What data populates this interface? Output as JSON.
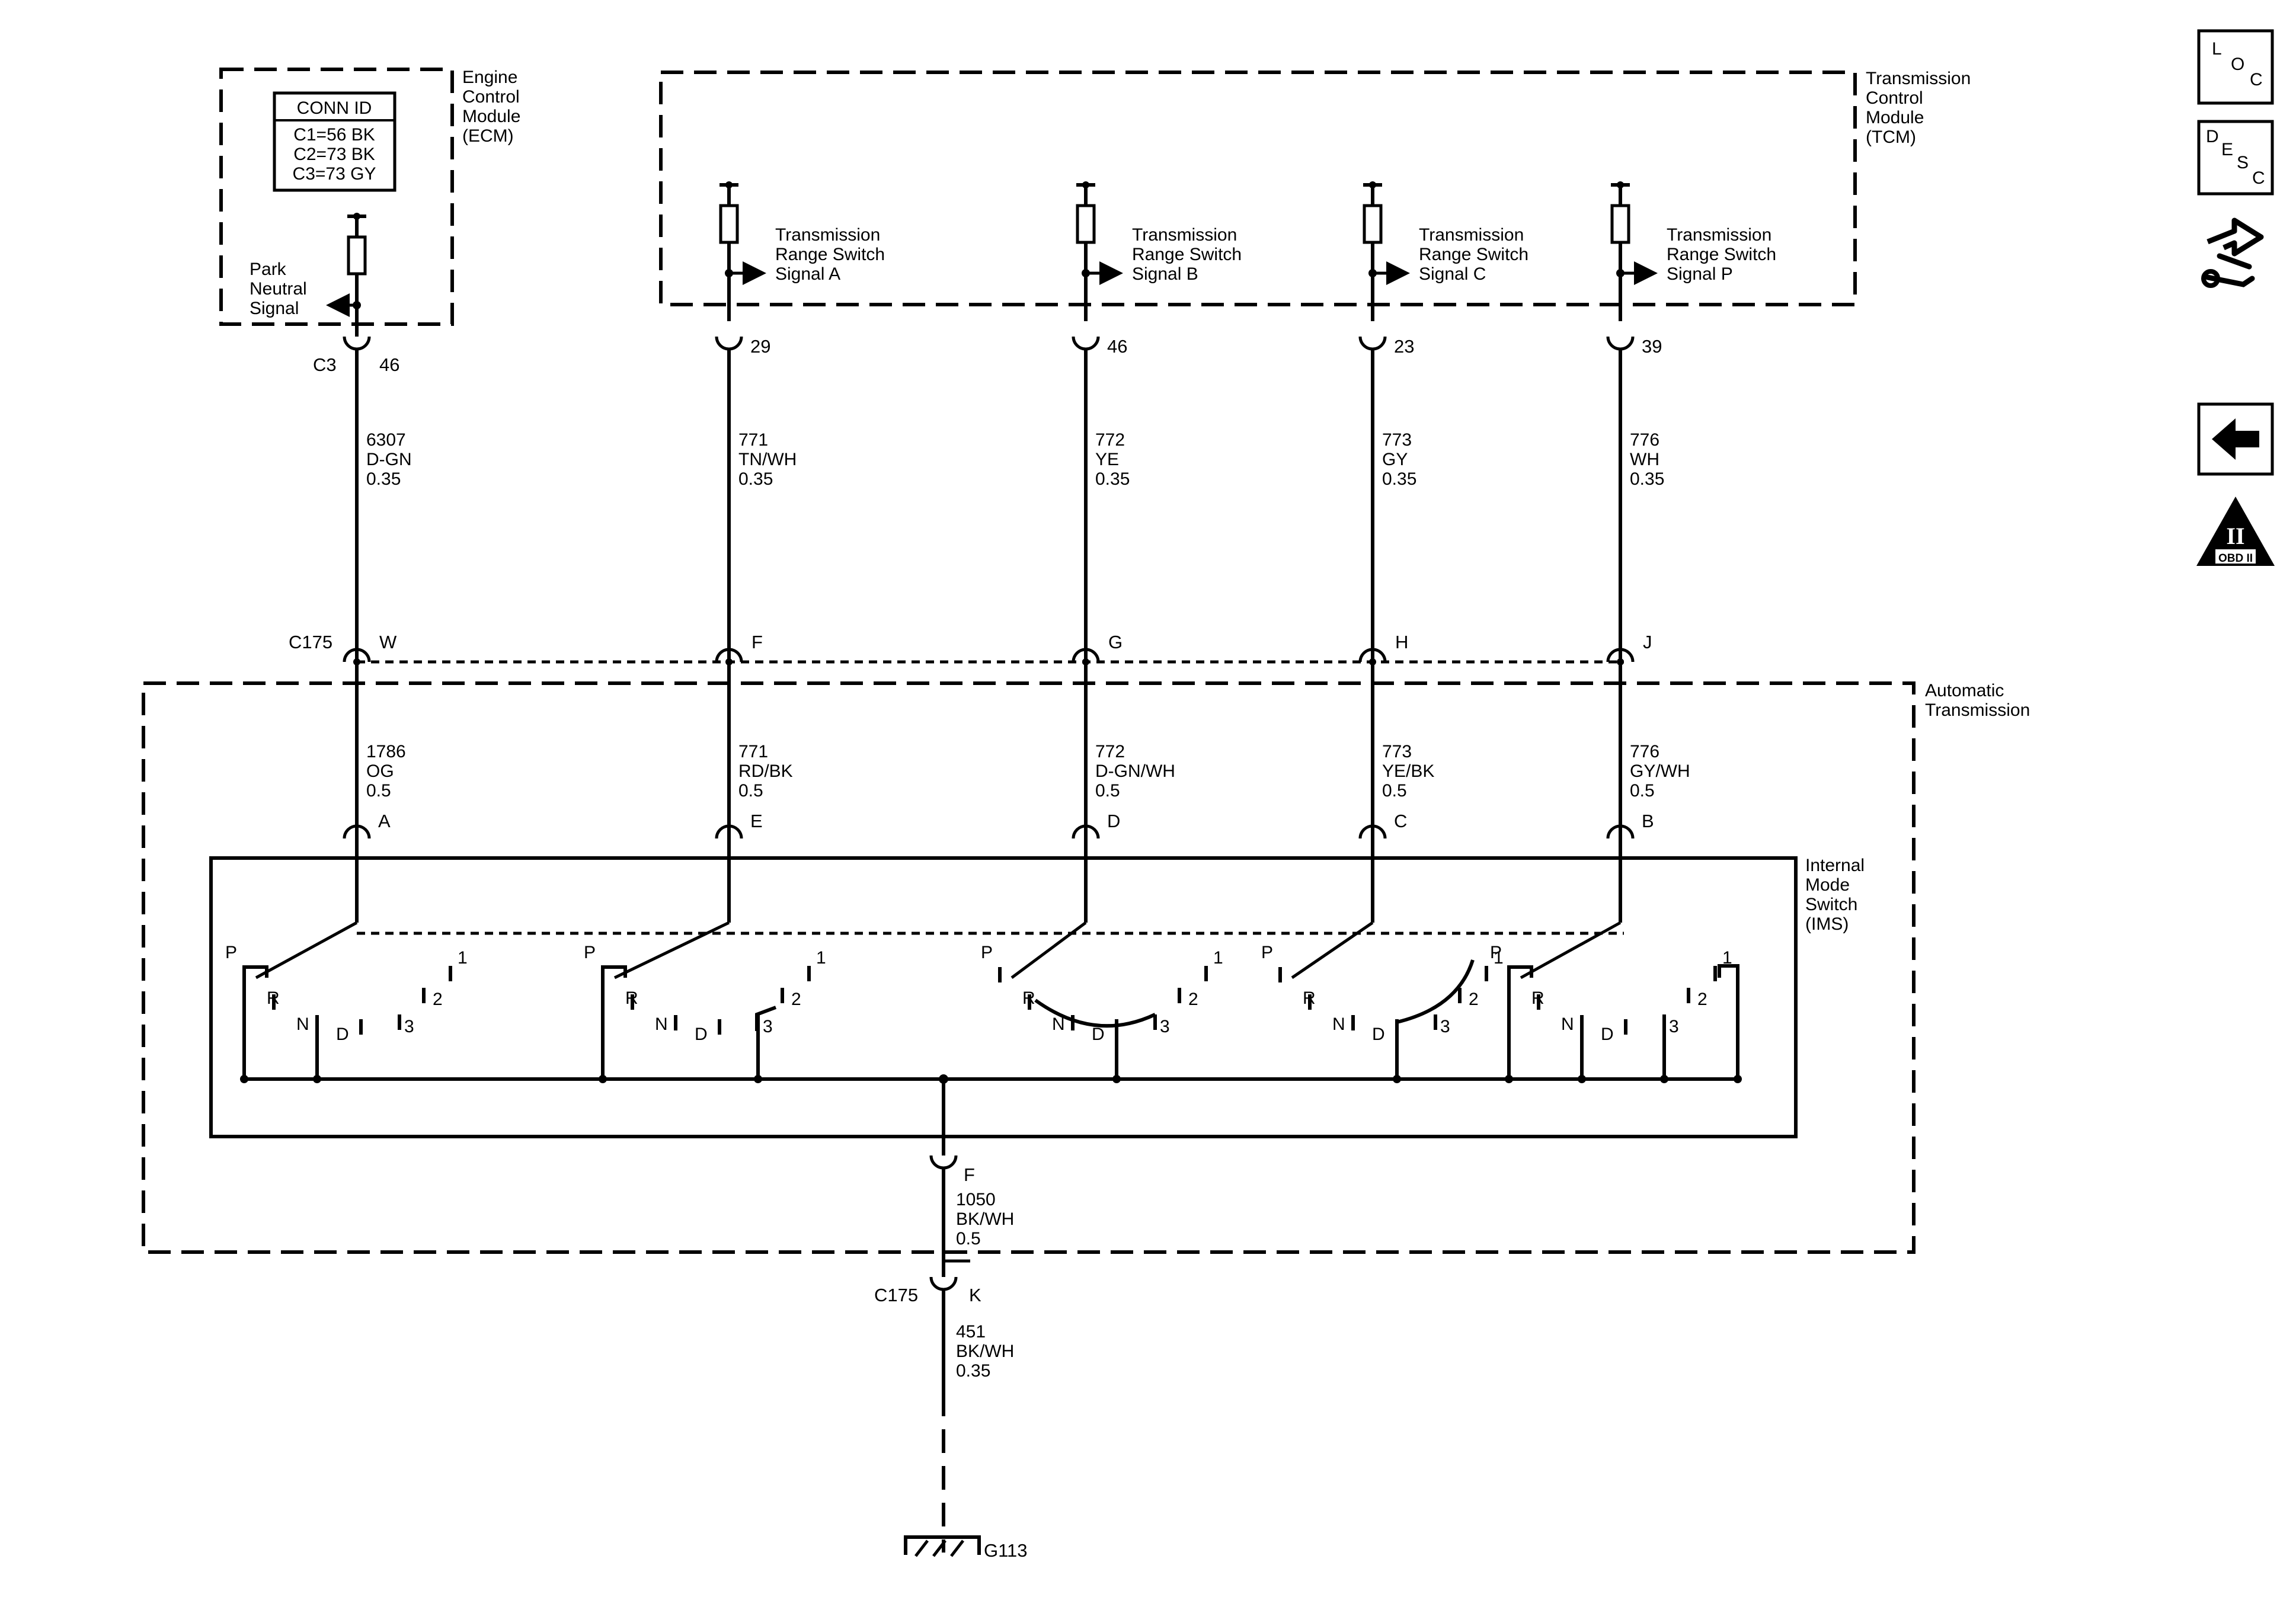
{
  "ecm": {
    "name_lines": [
      "Engine",
      "Control",
      "Module",
      "(ECM)"
    ],
    "conn_id": {
      "title": "CONN ID",
      "lines": [
        "C1=56 BK",
        "C2=73 BK",
        "C3=73 GY"
      ]
    },
    "signal_lines": [
      "Park",
      "Neutral",
      "Signal"
    ],
    "connector": "C3",
    "pin": "46"
  },
  "tcm": {
    "name_lines": [
      "Transmission",
      "Control",
      "Module",
      "(TCM)"
    ],
    "signals": [
      {
        "lines": [
          "Transmission",
          "Range Switch",
          "Signal A"
        ],
        "pin": "29"
      },
      {
        "lines": [
          "Transmission",
          "Range Switch",
          "Signal B"
        ],
        "pin": "46"
      },
      {
        "lines": [
          "Transmission",
          "Range Switch",
          "Signal C"
        ],
        "pin": "23"
      },
      {
        "lines": [
          "Transmission",
          "Range Switch",
          "Signal P"
        ],
        "pin": "39"
      }
    ]
  },
  "upper_wires": [
    {
      "circuit": "6307",
      "color": "D-GN",
      "gauge": "0.35"
    },
    {
      "circuit": "771",
      "color": "TN/WH",
      "gauge": "0.35"
    },
    {
      "circuit": "772",
      "color": "YE",
      "gauge": "0.35"
    },
    {
      "circuit": "773",
      "color": "GY",
      "gauge": "0.35"
    },
    {
      "circuit": "776",
      "color": "WH",
      "gauge": "0.35"
    }
  ],
  "c175": {
    "name": "C175",
    "pins": [
      "W",
      "F",
      "G",
      "H",
      "J"
    ]
  },
  "transmission": {
    "name_lines": [
      "Automatic",
      "Transmission"
    ]
  },
  "lower_wires": [
    {
      "circuit": "1786",
      "color": "OG",
      "gauge": "0.5"
    },
    {
      "circuit": "771",
      "color": "RD/BK",
      "gauge": "0.5"
    },
    {
      "circuit": "772",
      "color": "D-GN/WH",
      "gauge": "0.5"
    },
    {
      "circuit": "773",
      "color": "YE/BK",
      "gauge": "0.5"
    },
    {
      "circuit": "776",
      "color": "GY/WH",
      "gauge": "0.5"
    }
  ],
  "ims": {
    "name_lines": [
      "Internal",
      "Mode",
      "Switch",
      "(IMS)"
    ],
    "pins": [
      "A",
      "E",
      "D",
      "C",
      "B"
    ],
    "positions": [
      "P",
      "R",
      "N",
      "D",
      "3",
      "2",
      "1"
    ],
    "ground_pin": "F"
  },
  "ground_wire_inner": {
    "circuit": "1050",
    "color": "BK/WH",
    "gauge": "0.5"
  },
  "c175_ground": {
    "name": "C175",
    "pin": "K"
  },
  "ground_wire_outer": {
    "circuit": "451",
    "color": "BK/WH",
    "gauge": "0.35"
  },
  "ground": {
    "name": "G113"
  },
  "side_icons": {
    "loc": [
      "L",
      "O",
      "C"
    ],
    "desc": [
      "D",
      "E",
      "S",
      "C"
    ],
    "tool_icon": "connector-wrench-icon",
    "back_icon": "back-arrow-icon",
    "obd": {
      "numeral": "II",
      "label": "OBD II"
    }
  }
}
